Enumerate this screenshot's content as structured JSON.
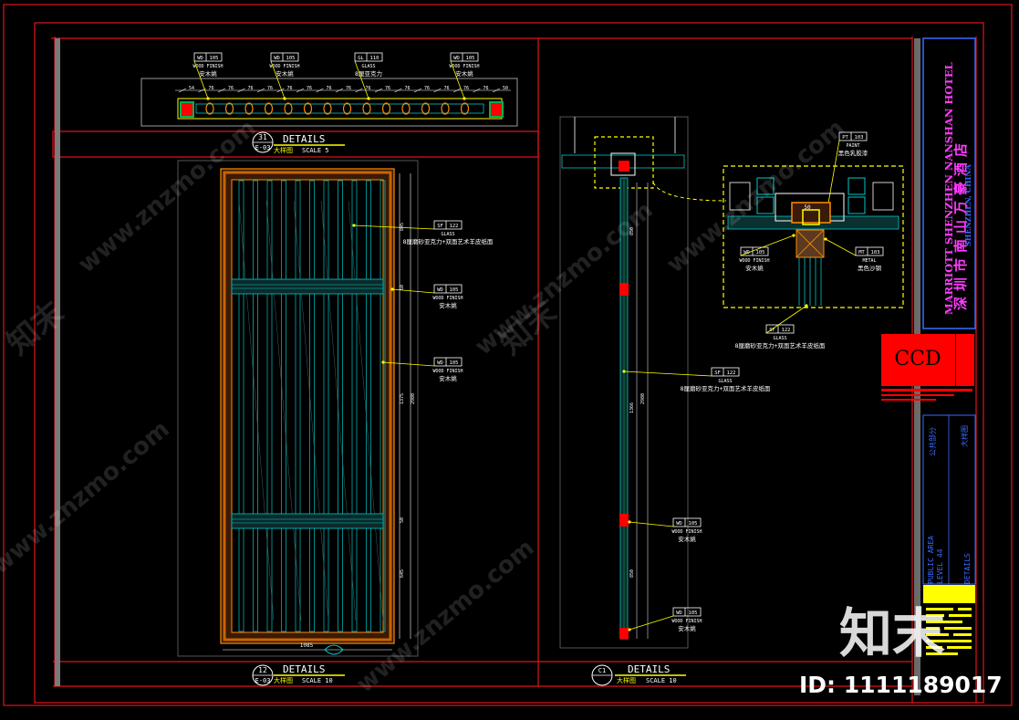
{
  "colors": {
    "frame_red": "#e0141c",
    "cad_yellow": "#ffff00",
    "cad_white": "#ffffff",
    "cad_cyan": "#00c8c8",
    "cad_orange": "#ff8c00",
    "cad_green": "#00b050",
    "hotel_magenta": "#ff3cff",
    "ccd_red": "#ff0000"
  },
  "top_detail": {
    "tags": [
      {
        "code": "WD",
        "num": "105",
        "en": "WOOD FINISH",
        "cn": "安木姚"
      },
      {
        "code": "WD",
        "num": "105",
        "en": "WOOD FINISH",
        "cn": "安木姚"
      },
      {
        "code": "GL",
        "num": "110",
        "en": "GLASS",
        "cn": "8厘亚克力"
      },
      {
        "code": "WD",
        "num": "105",
        "en": "WOOD FINISH",
        "cn": "安木姚"
      }
    ],
    "dims": [
      "54",
      "76",
      "76",
      "76",
      "76",
      "76",
      "76",
      "76",
      "76",
      "76",
      "76",
      "76",
      "76",
      "76",
      "76",
      "76",
      "50"
    ],
    "title_num": "31",
    "title_ref": "E-03",
    "title": "DETAILS",
    "title_cn": "大样图",
    "scale": "SCALE 5"
  },
  "elevation": {
    "tags": [
      {
        "code": "SF",
        "num": "122",
        "en": "GLASS",
        "cn": "8厘磨砂亚克力+双面艺术羊皮纸面"
      },
      {
        "code": "WD",
        "num": "105",
        "en": "WOOD FINISH",
        "cn": "安木姚"
      },
      {
        "code": "WD",
        "num": "105",
        "en": "WOOD FINISH",
        "cn": "安木姚"
      }
    ],
    "dims_v": [
      "845",
      "50",
      "1375",
      "2980",
      "50",
      "645"
    ],
    "dim_width": "1085",
    "title_num": "12",
    "title_ref": "E-03",
    "title": "DETAILS",
    "title_cn": "大样图",
    "scale": "SCALE 10"
  },
  "section": {
    "tags_main": [
      {
        "code": "SF",
        "num": "122",
        "en": "GLASS",
        "cn": "8厘磨砂亚克力+双面艺术羊皮纸面"
      },
      {
        "code": "WD",
        "num": "105",
        "en": "WOOD FINISH",
        "cn": "安木姚"
      },
      {
        "code": "WD",
        "num": "105",
        "en": "WOOD FINISH",
        "cn": "安木姚"
      }
    ],
    "tags_detail": [
      {
        "code": "PT",
        "num": "103",
        "en": "PAINT",
        "cn": "黑色乳胶漆"
      },
      {
        "code": "WD",
        "num": "105",
        "en": "WOOD FINISH",
        "cn": "安木姚"
      },
      {
        "code": "MT",
        "num": "103",
        "en": "METAL",
        "cn": "黑色沙钢"
      },
      {
        "code": "SF",
        "num": "122",
        "en": "GLASS",
        "cn": "8厘磨砂亚克力+双面艺术羊皮纸面"
      }
    ],
    "dims_v": [
      "850",
      "1366",
      "2980",
      "850"
    ],
    "dim_small": "50",
    "title_num": "C1",
    "title": "DETAILS",
    "title_cn": "大样图",
    "scale": "SCALE 10"
  },
  "title_block": {
    "hotel_cn": "深圳市南山万豪酒店",
    "hotel_en1": "MARRIOTT SHENZHEN NANSHAN HOTEL",
    "hotel_en2": "SHENZHEN, CHINA",
    "logo": "CCD",
    "area_cn": "公共部分",
    "drawing_cn": "大样图",
    "area_en": "PUBLIC AREA",
    "level": "LEVEL 44",
    "drawing_en": "DETAILS"
  },
  "watermark": {
    "site": "www.znzmo.com",
    "brand": "知末",
    "id_text": "ID: 1111189017"
  }
}
